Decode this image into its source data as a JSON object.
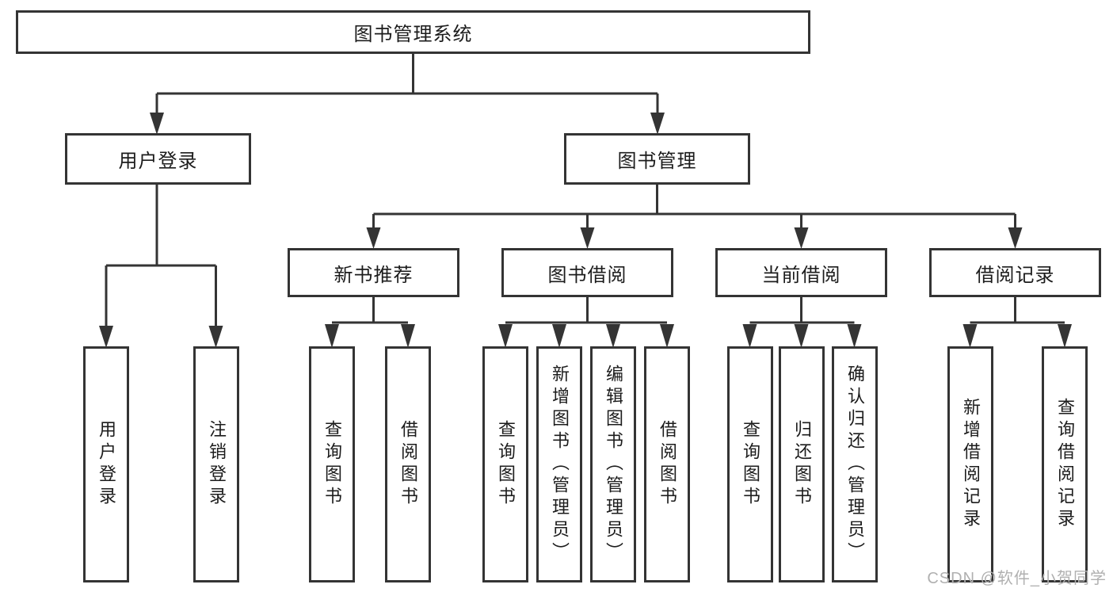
{
  "tree": {
    "root": {
      "label": "图书管理系统"
    },
    "children": [
      {
        "label": "用户登录",
        "leaves": [
          "用户登录",
          "注销登录"
        ]
      },
      {
        "label": "图书管理",
        "children": [
          {
            "label": "新书推荐",
            "leaves": [
              "查询图书",
              "借阅图书"
            ]
          },
          {
            "label": "图书借阅",
            "leaves": [
              "查询图书",
              "新增图书（管理员）",
              "编辑图书（管理员）",
              "借阅图书"
            ]
          },
          {
            "label": "当前借阅",
            "leaves": [
              "查询图书",
              "归还图书",
              "确认归还（管理员）"
            ]
          },
          {
            "label": "借阅记录",
            "leaves": [
              "新增借阅记录",
              "查询借阅记录"
            ]
          }
        ]
      }
    ]
  },
  "watermark": "CSDN @软件_小贺同学",
  "colors": {
    "line": "#343434",
    "text": "#1c1c1c",
    "watermark": "#b0b0b0",
    "background": "#ffffff"
  }
}
